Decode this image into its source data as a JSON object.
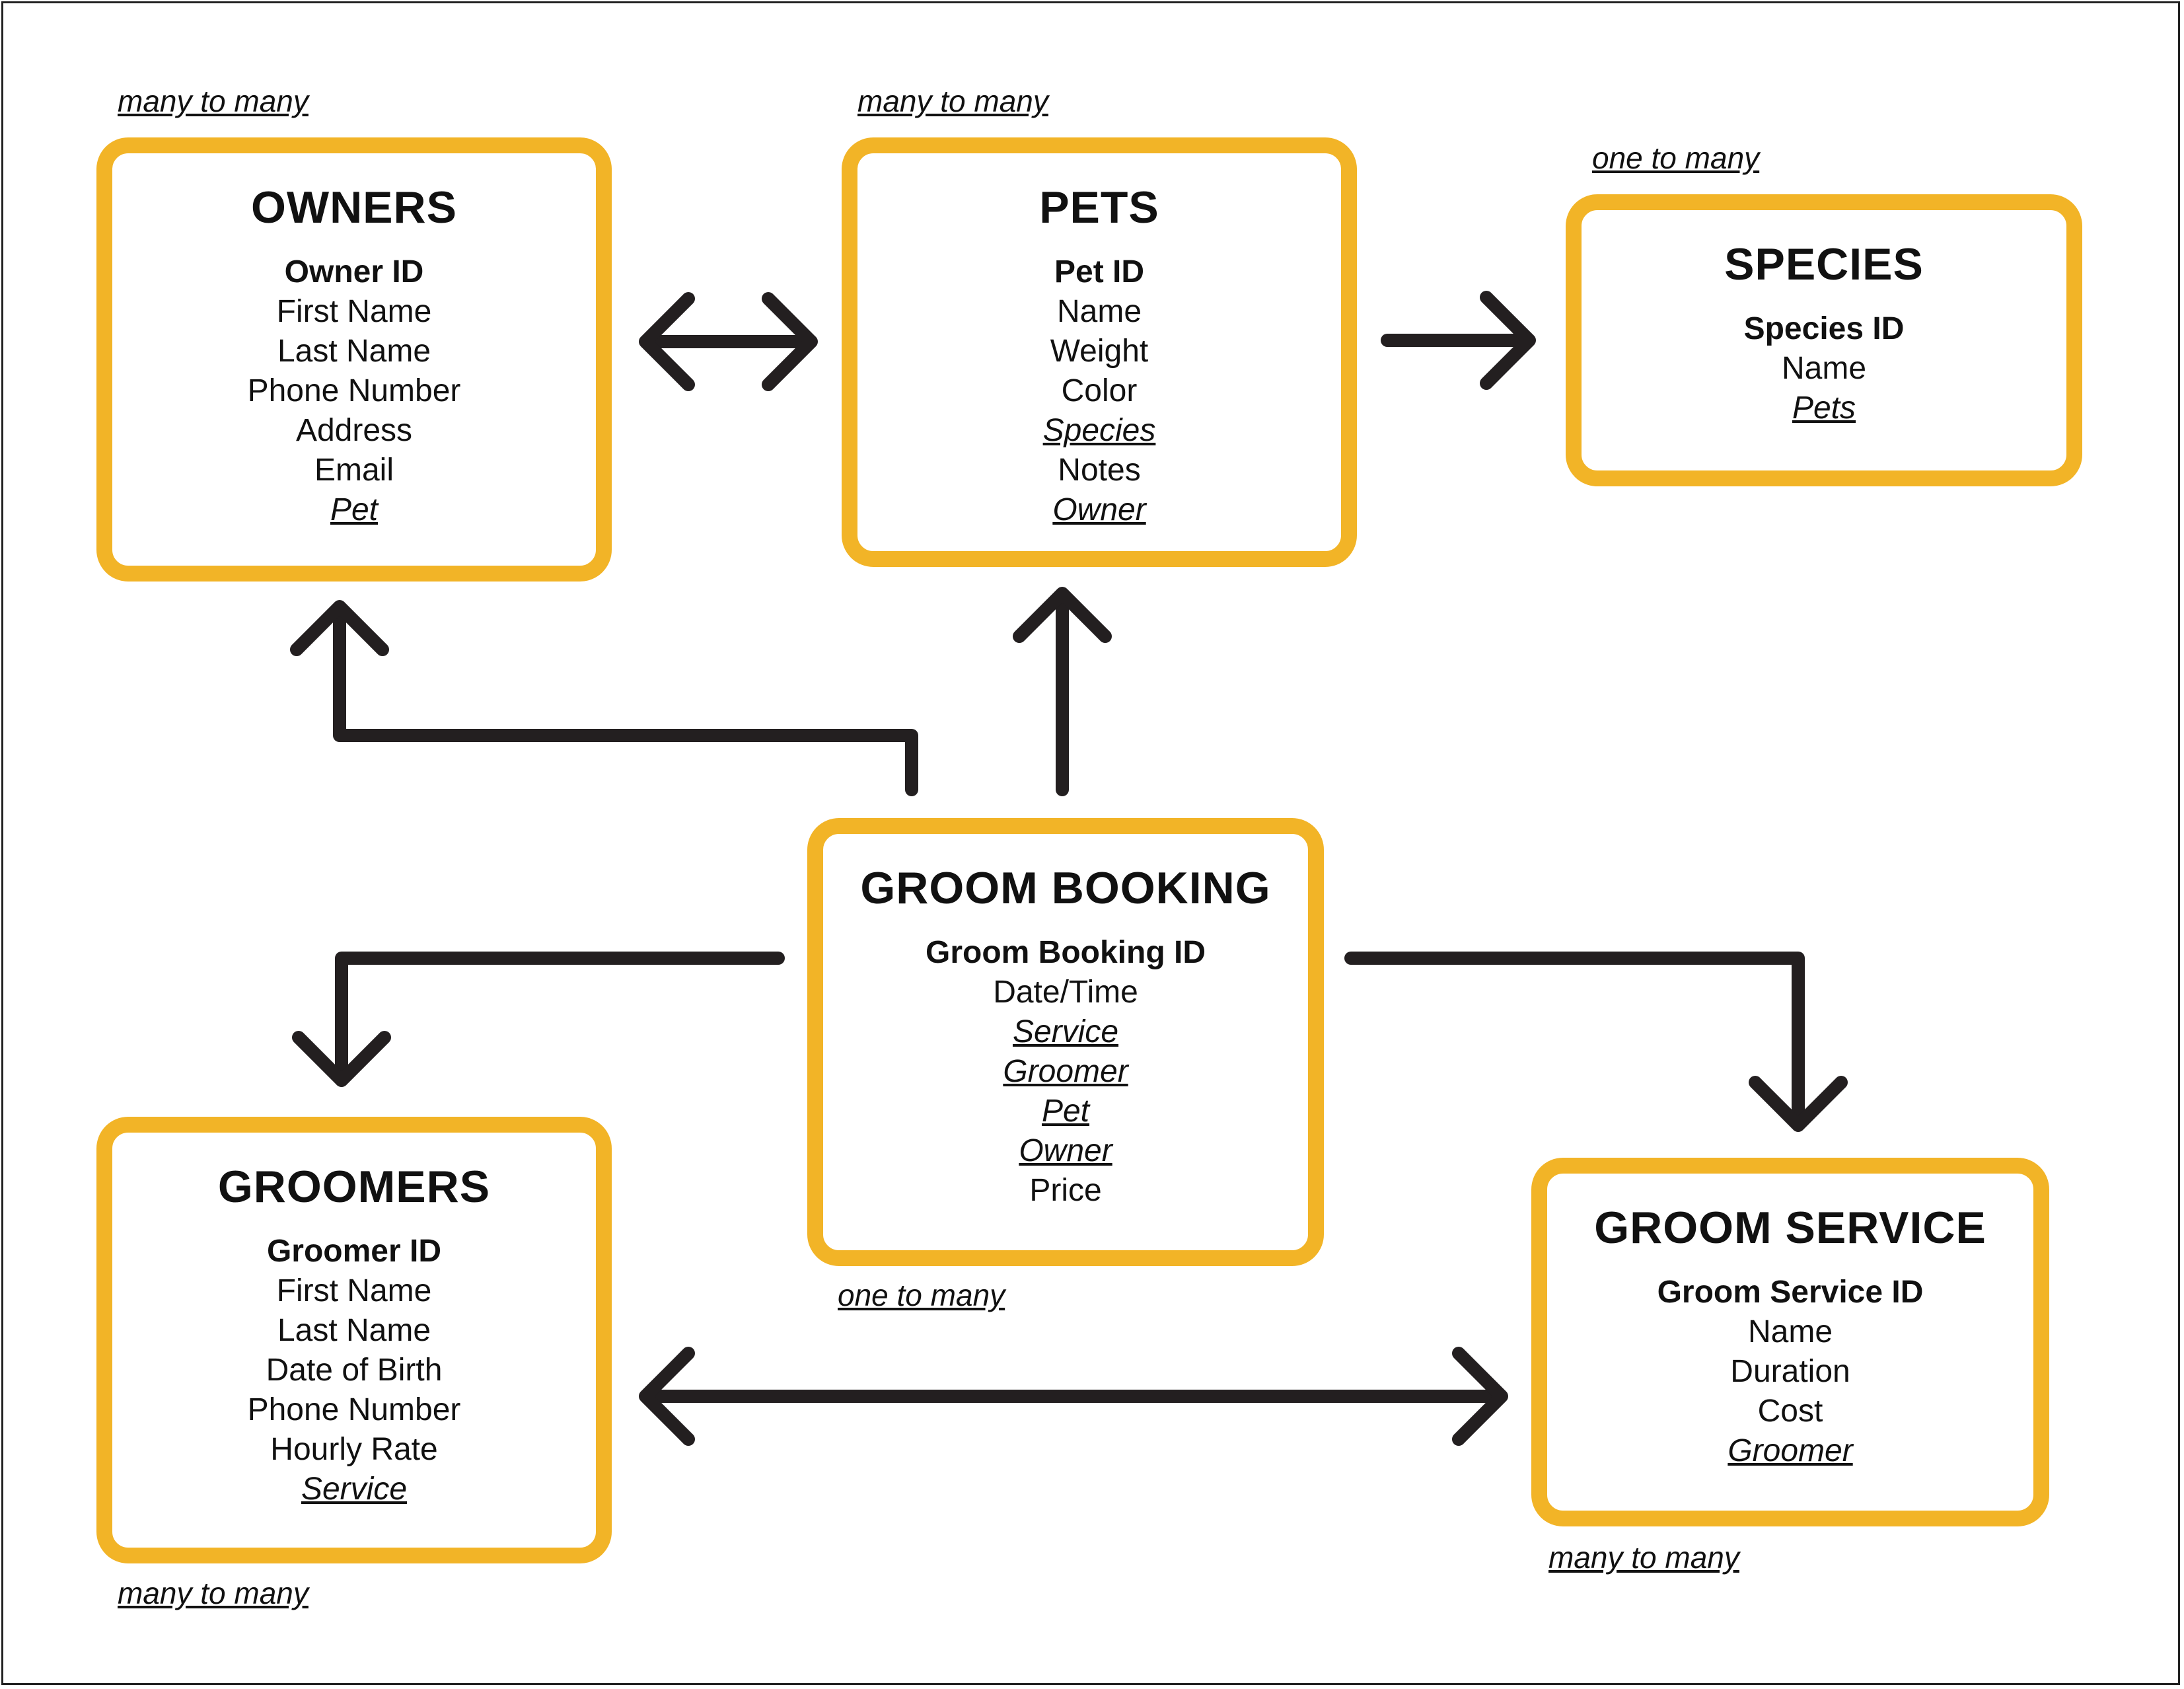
{
  "colors": {
    "box_border": "#f2b427",
    "arrow": "#231f20",
    "text": "#111111",
    "background": "#ffffff"
  },
  "entities": {
    "owners": {
      "title": "OWNERS",
      "relationship": "many to many",
      "fields": [
        "Owner ID",
        "First Name",
        "Last Name",
        "Phone Number",
        "Address",
        "Email",
        "Pet"
      ],
      "primary_key": "Owner ID",
      "foreign_keys": [
        "Pet"
      ]
    },
    "pets": {
      "title": "PETS",
      "relationship": "many to many",
      "fields": [
        "Pet ID",
        "Name",
        "Weight",
        "Color",
        "Species",
        "Notes",
        "Owner"
      ],
      "primary_key": "Pet ID",
      "foreign_keys": [
        "Species",
        "Owner"
      ]
    },
    "species": {
      "title": "SPECIES",
      "relationship": "one to many",
      "fields": [
        "Species ID",
        "Name",
        "Pets"
      ],
      "primary_key": "Species ID",
      "foreign_keys": [
        "Pets"
      ]
    },
    "groom_booking": {
      "title": "GROOM BOOKING",
      "relationship": "one to many",
      "fields": [
        "Groom Booking ID",
        "Date/Time",
        "Service",
        "Groomer",
        "Pet",
        "Owner",
        "Price"
      ],
      "primary_key": "Groom Booking ID",
      "foreign_keys": [
        "Service",
        "Groomer",
        "Pet",
        "Owner"
      ]
    },
    "groomers": {
      "title": "GROOMERS",
      "relationship": "many to many",
      "fields": [
        "Groomer ID",
        "First Name",
        "Last Name",
        "Date of Birth",
        "Phone Number",
        "Hourly Rate",
        "Service"
      ],
      "primary_key": "Groomer ID",
      "foreign_keys": [
        "Service"
      ]
    },
    "groom_service": {
      "title": "GROOM SERVICE",
      "relationship": "many to many",
      "fields": [
        "Groom Service ID",
        "Name",
        "Duration",
        "Cost",
        "Groomer"
      ],
      "primary_key": "Groom Service ID",
      "foreign_keys": [
        "Groomer"
      ]
    }
  },
  "connections": [
    {
      "from": "owners",
      "to": "pets",
      "type": "bidirectional"
    },
    {
      "from": "pets",
      "to": "species",
      "type": "directed"
    },
    {
      "from": "groom_booking",
      "to": "owners",
      "type": "directed"
    },
    {
      "from": "groom_booking",
      "to": "pets",
      "type": "directed"
    },
    {
      "from": "groom_booking",
      "to": "groomers",
      "type": "directed"
    },
    {
      "from": "groom_booking",
      "to": "groom_service",
      "type": "directed"
    },
    {
      "from": "groomers",
      "to": "groom_service",
      "type": "bidirectional"
    }
  ]
}
